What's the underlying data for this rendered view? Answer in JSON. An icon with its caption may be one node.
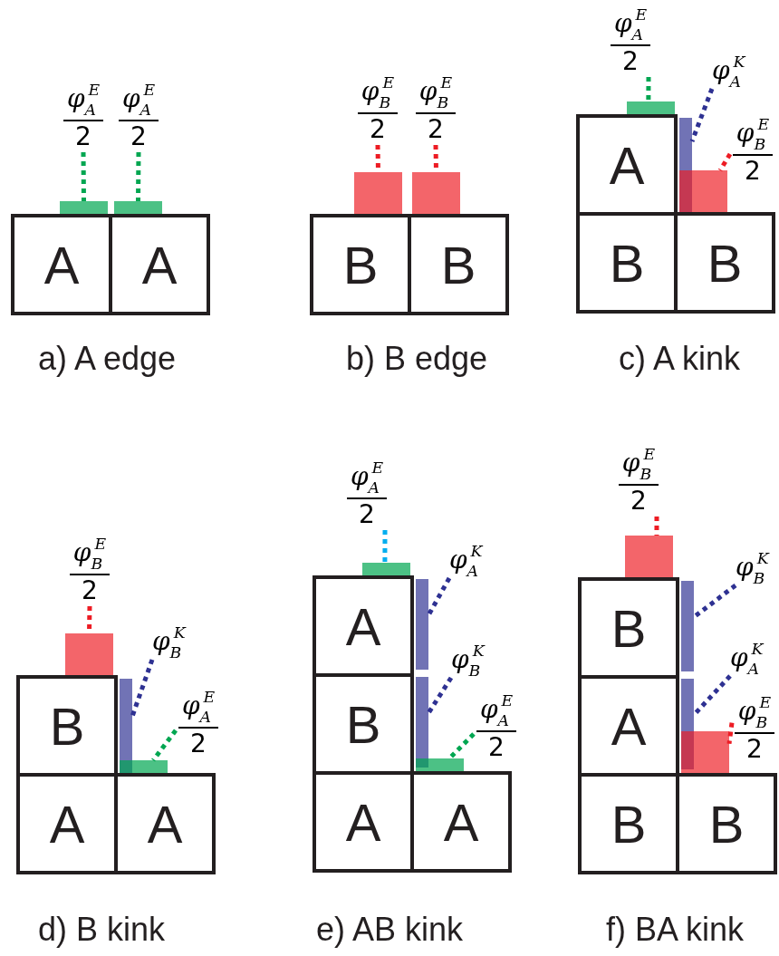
{
  "diagram": {
    "nodes": [
      {
        "text": [
          "φ$_{A}$$^{E}$",
          "2"
        ]
      },
      {
        "text": [
          "φ$_{A}$$^{E}$",
          "2"
        ]
      },
      {
        "text": [],
        "shape": "bar"
      },
      {
        "text": [],
        "shape": "bar"
      },
      {
        "text": [
          "A"
        ]
      },
      {
        "text": [
          "A"
        ]
      },
      {
        "text": [
          "φ$_{B}$$^{E}$",
          "2"
        ]
      },
      {
        "text": [
          "φ$_{B}$$^{E}$",
          "2"
        ]
      },
      {
        "text": [],
        "shape": "bar"
      },
      {
        "text": [],
        "shape": "bar"
      },
      {
        "text": [
          "B"
        ]
      },
      {
        "text": [
          "B"
        ]
      },
      {
        "text": [
          "φ$_{A}$$^{E}$",
          "2"
        ]
      },
      {
        "text": [
          "φ$_{A}$$^{K}$"
        ]
      },
      {
        "text": [
          "φ$_{B}$$^{E}$",
          "2"
        ]
      },
      {
        "text": [],
        "shape": "bar"
      },
      {
        "text": [],
        "shape": "bar"
      },
      {
        "text": [],
        "shape": "bar"
      },
      {
        "text": [
          "A"
        ]
      },
      {
        "text": [
          "B"
        ]
      },
      {
        "text": [
          "B"
        ]
      },
      {
        "text": [
          "φ$_{B}$$^{E}$",
          "2"
        ]
      },
      {
        "text": [
          "φ$_{B}$$^{K}$"
        ]
      },
      {
        "text": [
          "φ$_{A}$$^{E}$",
          "2"
        ]
      },
      {
        "text": [],
        "shape": "bar"
      },
      {
        "text": [],
        "shape": "bar"
      },
      {
        "text": [],
        "shape": "bar"
      },
      {
        "text": [
          "B"
        ]
      },
      {
        "text": [
          "A"
        ]
      },
      {
        "text": [
          "A"
        ]
      },
      {
        "text": [
          "φ$_{A}$$^{E}$",
          "2"
        ]
      },
      {
        "text": [
          "φ$_{A}$$^{K}$"
        ]
      },
      {
        "text": [
          "φ$_{B}$$^{K}$"
        ]
      },
      {
        "text": [
          "φ$_{A}$$^{E}$",
          "2"
        ]
      },
      {
        "text": [],
        "shape": "bar"
      },
      {
        "text": [],
        "shape": "bar"
      },
      {
        "text": [],
        "shape": "bar"
      },
      {
        "text": [],
        "shape": "bar"
      },
      {
        "text": [
          "A"
        ]
      },
      {
        "text": [
          "B"
        ]
      },
      {
        "text": [
          "A"
        ]
      },
      {
        "text": [
          "A"
        ]
      },
      {
        "text": [
          "φ$_{B}$$^{E}$",
          "2"
        ]
      },
      {
        "text": [
          "φ$_{B}$$^{K}$"
        ]
      },
      {
        "text": [
          "φ$_{A}$$^{K}$"
        ]
      },
      {
        "text": [
          "φ$_{B}$$^{E}$",
          "2"
        ]
      },
      {
        "text": [],
        "shape": "bar"
      },
      {
        "text": [],
        "shape": "bar"
      },
      {
        "text": [],
        "shape": "bar"
      },
      {
        "text": [],
        "shape": "bar"
      },
      {
        "text": [
          "B"
        ]
      },
      {
        "text": [
          "A"
        ]
      },
      {
        "text": [
          "B"
        ]
      },
      {
        "text": [
          "B"
        ]
      }
    ],
    "edges": [
      {
        "from": 0,
        "to": 2,
        "arrow": "none",
        "style": "dashed",
        "color": "#00a651"
      },
      {
        "from": 1,
        "to": 3,
        "arrow": "none",
        "style": "dashed",
        "color": "#00a651"
      },
      {
        "from": 6,
        "to": 8,
        "arrow": "none",
        "style": "dashed",
        "color": "#ed1c24"
      },
      {
        "from": 7,
        "to": 9,
        "arrow": "none",
        "style": "dashed",
        "color": "#ed1c24"
      },
      {
        "from": 12,
        "to": 15,
        "arrow": "none",
        "style": "dashed",
        "color": "#00a651"
      },
      {
        "from": 13,
        "to": 16,
        "arrow": "none",
        "style": "dashed",
        "color": "#2e3192"
      },
      {
        "from": 14,
        "to": 17,
        "arrow": "none",
        "style": "dashed",
        "color": "#ed1c24"
      },
      {
        "from": 21,
        "to": 24,
        "arrow": "none",
        "style": "dashed",
        "color": "#ed1c24"
      },
      {
        "from": 22,
        "to": 25,
        "arrow": "none",
        "style": "dashed",
        "color": "#2e3192"
      },
      {
        "from": 23,
        "to": 26,
        "arrow": "none",
        "style": "dashed",
        "color": "#00a651"
      },
      {
        "from": 30,
        "to": 34,
        "arrow": "none",
        "style": "dashed",
        "color": "#00aeef"
      },
      {
        "from": 31,
        "to": 35,
        "arrow": "none",
        "style": "dashed",
        "color": "#2e3192"
      },
      {
        "from": 32,
        "to": 36,
        "arrow": "none",
        "style": "dashed",
        "color": "#2e3192"
      },
      {
        "from": 33,
        "to": 37,
        "arrow": "none",
        "style": "dashed",
        "color": "#00a651"
      },
      {
        "from": 42,
        "to": 46,
        "arrow": "none",
        "style": "dashed",
        "color": "#ed1c24"
      },
      {
        "from": 43,
        "to": 47,
        "arrow": "none",
        "style": "dashed",
        "color": "#2e3192"
      },
      {
        "from": 44,
        "to": 48,
        "arrow": "none",
        "style": "dashed",
        "color": "#2e3192"
      },
      {
        "from": 45,
        "to": 49,
        "arrow": "none",
        "style": "dashed",
        "color": "#ed1c24"
      }
    ],
    "labels": [
      "a) A edge",
      "b) B edge",
      "c) A kink",
      "d) B kink",
      "e) AB kink",
      "f) BA kink"
    ]
  }
}
